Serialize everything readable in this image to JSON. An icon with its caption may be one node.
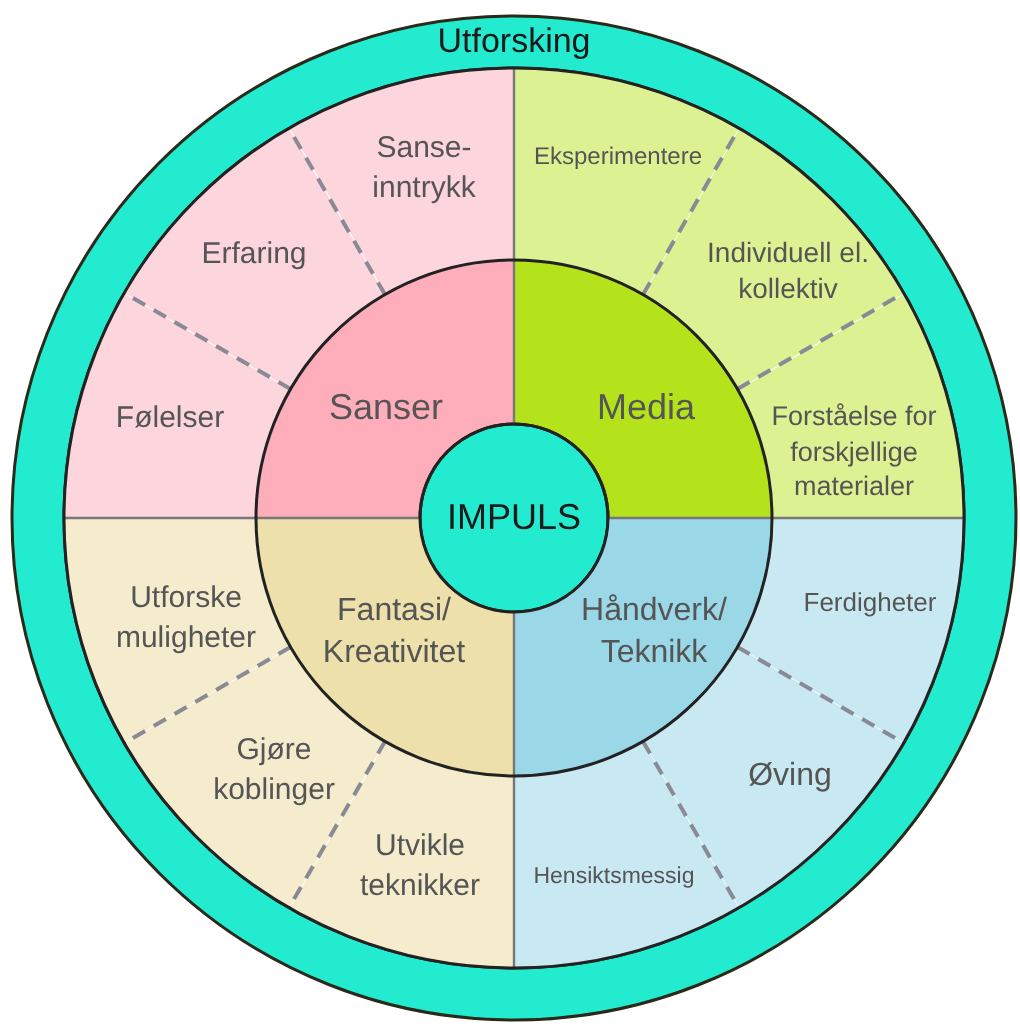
{
  "diagram": {
    "nodes": [
      {
        "text": [
          "Utforsking"
        ]
      },
      {
        "text": [
          "Sanse- inntrykk"
        ],
        "in": 0
      },
      {
        "text": [
          "Eksperimentere"
        ],
        "in": 0
      },
      {
        "text": [
          "Erfaring"
        ],
        "in": 0
      },
      {
        "text": [
          "Individuell el. kollektiv"
        ],
        "in": 0
      },
      {
        "text": [
          "Sanser"
        ],
        "in": 0
      },
      {
        "text": [
          "Media"
        ],
        "in": 0
      },
      {
        "text": [
          "Følelser"
        ],
        "in": 0
      },
      {
        "text": [
          "Forståelse for forskjellige materialer"
        ],
        "in": 0
      },
      {
        "text": [
          "IMPULS"
        ],
        "in": 0
      },
      {
        "text": [
          "Utforske muligheter"
        ],
        "in": 0
      },
      {
        "text": [
          "Fantasi/ Kreativitet"
        ],
        "in": 0
      },
      {
        "text": [
          "Håndverk/ Teknikk"
        ],
        "in": 0
      },
      {
        "text": [
          "Ferdigheter"
        ],
        "in": 0
      },
      {
        "text": [
          "Gjøre koblinger"
        ],
        "in": 0
      },
      {
        "text": [
          "Øving"
        ],
        "in": 0
      },
      {
        "text": [
          "Utvikle teknikker"
        ],
        "in": 0
      },
      {
        "text": [
          "Hensiktsmessig"
        ],
        "in": 0
      }
    ]
  }
}
